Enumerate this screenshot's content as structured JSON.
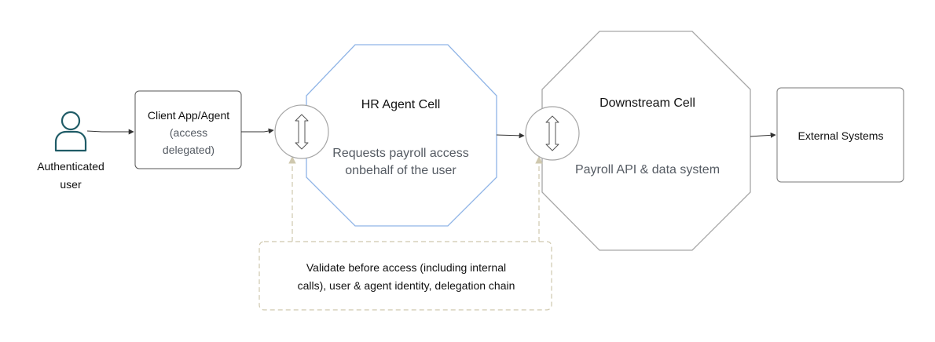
{
  "user": {
    "label_line1": "Authenticated",
    "label_line2": "user",
    "icon": "person-icon"
  },
  "client": {
    "title": "Client App/Agent",
    "sub_line1": "(access",
    "sub_line2": "delegated)"
  },
  "hr_cell": {
    "title": "HR Agent Cell",
    "desc_line1": "Requests payroll access",
    "desc_line2": "onbehalf of the user"
  },
  "downstream_cell": {
    "title": "Downstream Cell",
    "desc": "Payroll API & data system"
  },
  "external": {
    "label": "External Systems"
  },
  "validation": {
    "line1": "Validate before access (including internal",
    "line2": "calls), user & agent identity, delegation chain"
  },
  "colors": {
    "user_icon": "#1f5b66",
    "hr_cell_border": "#8fb4e6",
    "cell_border": "#a6a6a6",
    "box_border": "#555555",
    "dashed": "#cfc8ae",
    "arrow": "#333333",
    "muted_text": "#555b63"
  }
}
